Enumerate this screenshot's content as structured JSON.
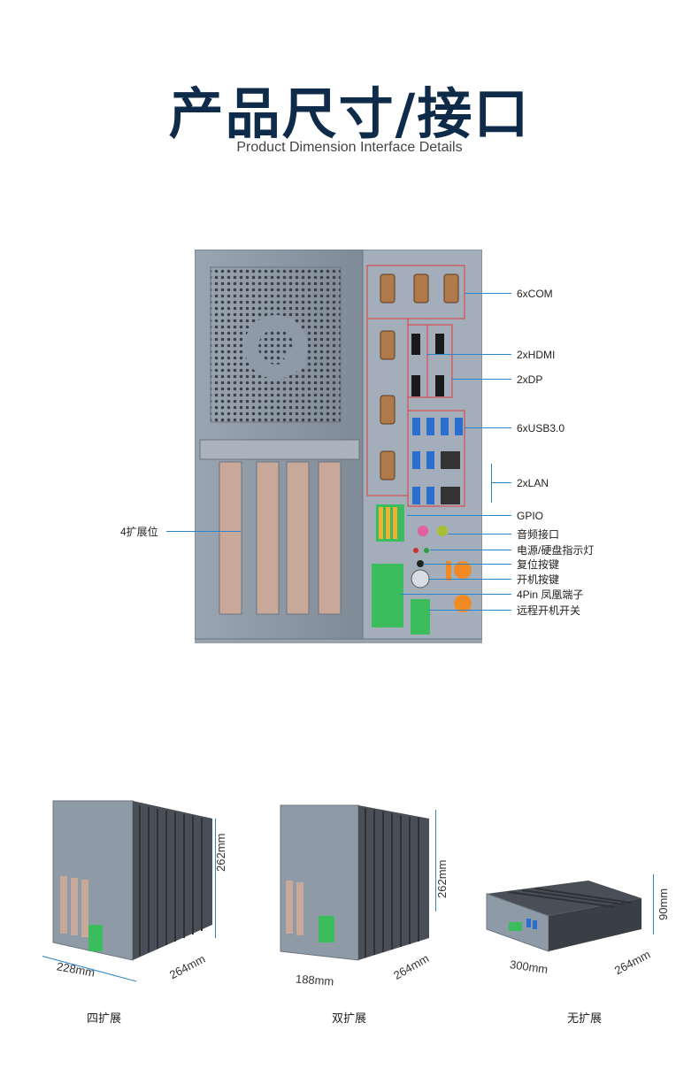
{
  "header": {
    "title": "产品尺寸/接口",
    "subtitle": "Product Dimension Interface Details"
  },
  "callouts": {
    "com": "6xCOM",
    "hdmi": "2xHDMI",
    "dp": "2xDP",
    "usb": "6xUSB3.0",
    "lan": "2xLAN",
    "gpio": "GPIO",
    "audio": "音频接口",
    "led": "电源/硬盘指示灯",
    "reset": "复位按键",
    "power": "开机按键",
    "phoenix": "4Pin 凤凰端子",
    "remote": "远程开机开关",
    "slots": "4扩展位"
  },
  "variants": [
    {
      "name": "四扩展",
      "height": "262mm",
      "width": "228mm",
      "depth": "264mm"
    },
    {
      "name": "双扩展",
      "height": "262mm",
      "width": "188mm",
      "depth": "264mm"
    },
    {
      "name": "无扩展",
      "height": "90mm",
      "width": "300mm",
      "depth": "264mm"
    }
  ],
  "colors": {
    "title": "#0f2b4a",
    "callout_line": "#2a86c8",
    "highlight_box": "#e23a3a",
    "chassis": "#8e9aa8",
    "accent_orange": "#f08a24",
    "terminal_green": "#3bbd5e"
  }
}
